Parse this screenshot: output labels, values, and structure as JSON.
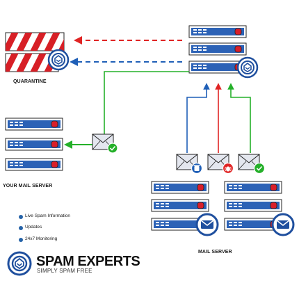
{
  "labels": {
    "quarantine": "QUARANTINE",
    "your_mail_server": "YOUR MAIL SERVER",
    "mail_server": "MAIL SERVER"
  },
  "features": [
    "Live Spam Information",
    "Updates",
    "24x7 Monitoring"
  ],
  "brand": {
    "name": "SPAM EXPERTS",
    "tagline": "SIMPLY SPAM FREE"
  },
  "colors": {
    "server_blue": "#2c62b6",
    "server_border": "#222222",
    "status_red": "#d91e2a",
    "arrow_red": "#e02424",
    "arrow_blue": "#1f5fb7",
    "arrow_green": "#25b02a",
    "quarantine_red": "#d71f26",
    "envelope_fill": "#e4e7ef",
    "shield_blue": "#1f4f9e"
  },
  "icons": {
    "quarantine": "hazard-stripes-icon",
    "shield": "spamexperts-shield-icon",
    "trash": "trash-icon",
    "bug": "bug-icon",
    "check": "check-icon",
    "mail": "mail-icon"
  }
}
